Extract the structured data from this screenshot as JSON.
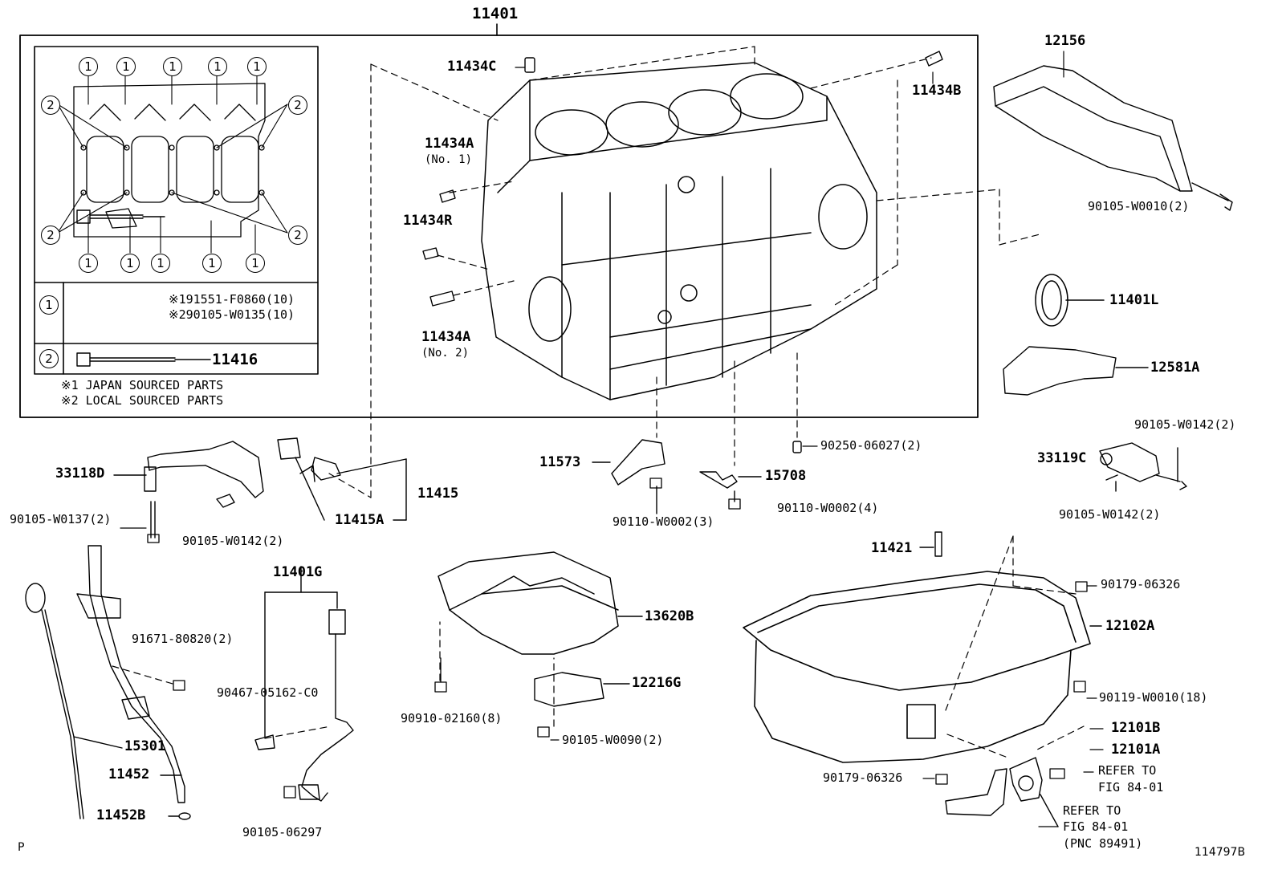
{
  "labels": {
    "block_assy": "11401",
    "p_11434c": "11434C",
    "p_11434b": "11434B",
    "p_11434a_1": "11434A",
    "p_11434a_1_note": "(No. 1)",
    "p_11434r": "11434R",
    "p_11434a_2": "11434A",
    "p_11434a_2_note": "(No. 2)",
    "p_12156": "12156",
    "p_90105_w0010": "90105-W0010(2)",
    "p_11401l": "11401L",
    "p_12581a": "12581A",
    "p_90250": "90250-06027(2)",
    "p_90105_w0142_a": "90105-W0142(2)",
    "p_33119c": "33119C",
    "p_90105_w0142_b": "90105-W0142(2)",
    "p_33118d": "33118D",
    "p_90105_w0137": "90105-W0137(2)",
    "p_90105_w0142_c": "90105-W0142(2)",
    "p_11415": "11415",
    "p_11415a": "11415A",
    "p_11573": "11573",
    "p_90110_w0002_3": "90110-W0002(3)",
    "p_15708": "15708",
    "p_90110_w0002_4": "90110-W0002(4)",
    "p_11421": "11421",
    "p_90179_06326_top": "90179-06326",
    "p_12102a": "12102A",
    "p_90119_w0010": "90119-W0010(18)",
    "p_12101b": "12101B",
    "p_12101a": "12101A",
    "p_90179_06326_bot": "90179-06326",
    "refer_1a": "REFER TO",
    "refer_1b": "FIG 84-01",
    "refer_2a": "REFER TO",
    "refer_2b": "FIG 84-01",
    "refer_2c": "(PNC 89491)",
    "p_11401g": "11401G",
    "p_90467": "90467-05162-C0",
    "p_90105_06297": "90105-06297",
    "p_13620b": "13620B",
    "p_12216g": "12216G",
    "p_90910": "90910-02160(8)",
    "p_90105_w0090": "90105-W0090(2)",
    "p_91671": "91671-80820(2)",
    "p_15301": "15301",
    "p_11452": "11452",
    "p_11452b": "11452B",
    "corner_p": "P",
    "illus_no": "114797B"
  },
  "inset": {
    "circle_1": "1",
    "circle_2": "2",
    "row1_line1": "※191551-F0860(10)",
    "row1_line2": "※290105-W0135(10)",
    "row2_part": "11416",
    "note1": "※1 JAPAN SOURCED PARTS",
    "note2": "※2 LOCAL SOURCED PARTS"
  }
}
